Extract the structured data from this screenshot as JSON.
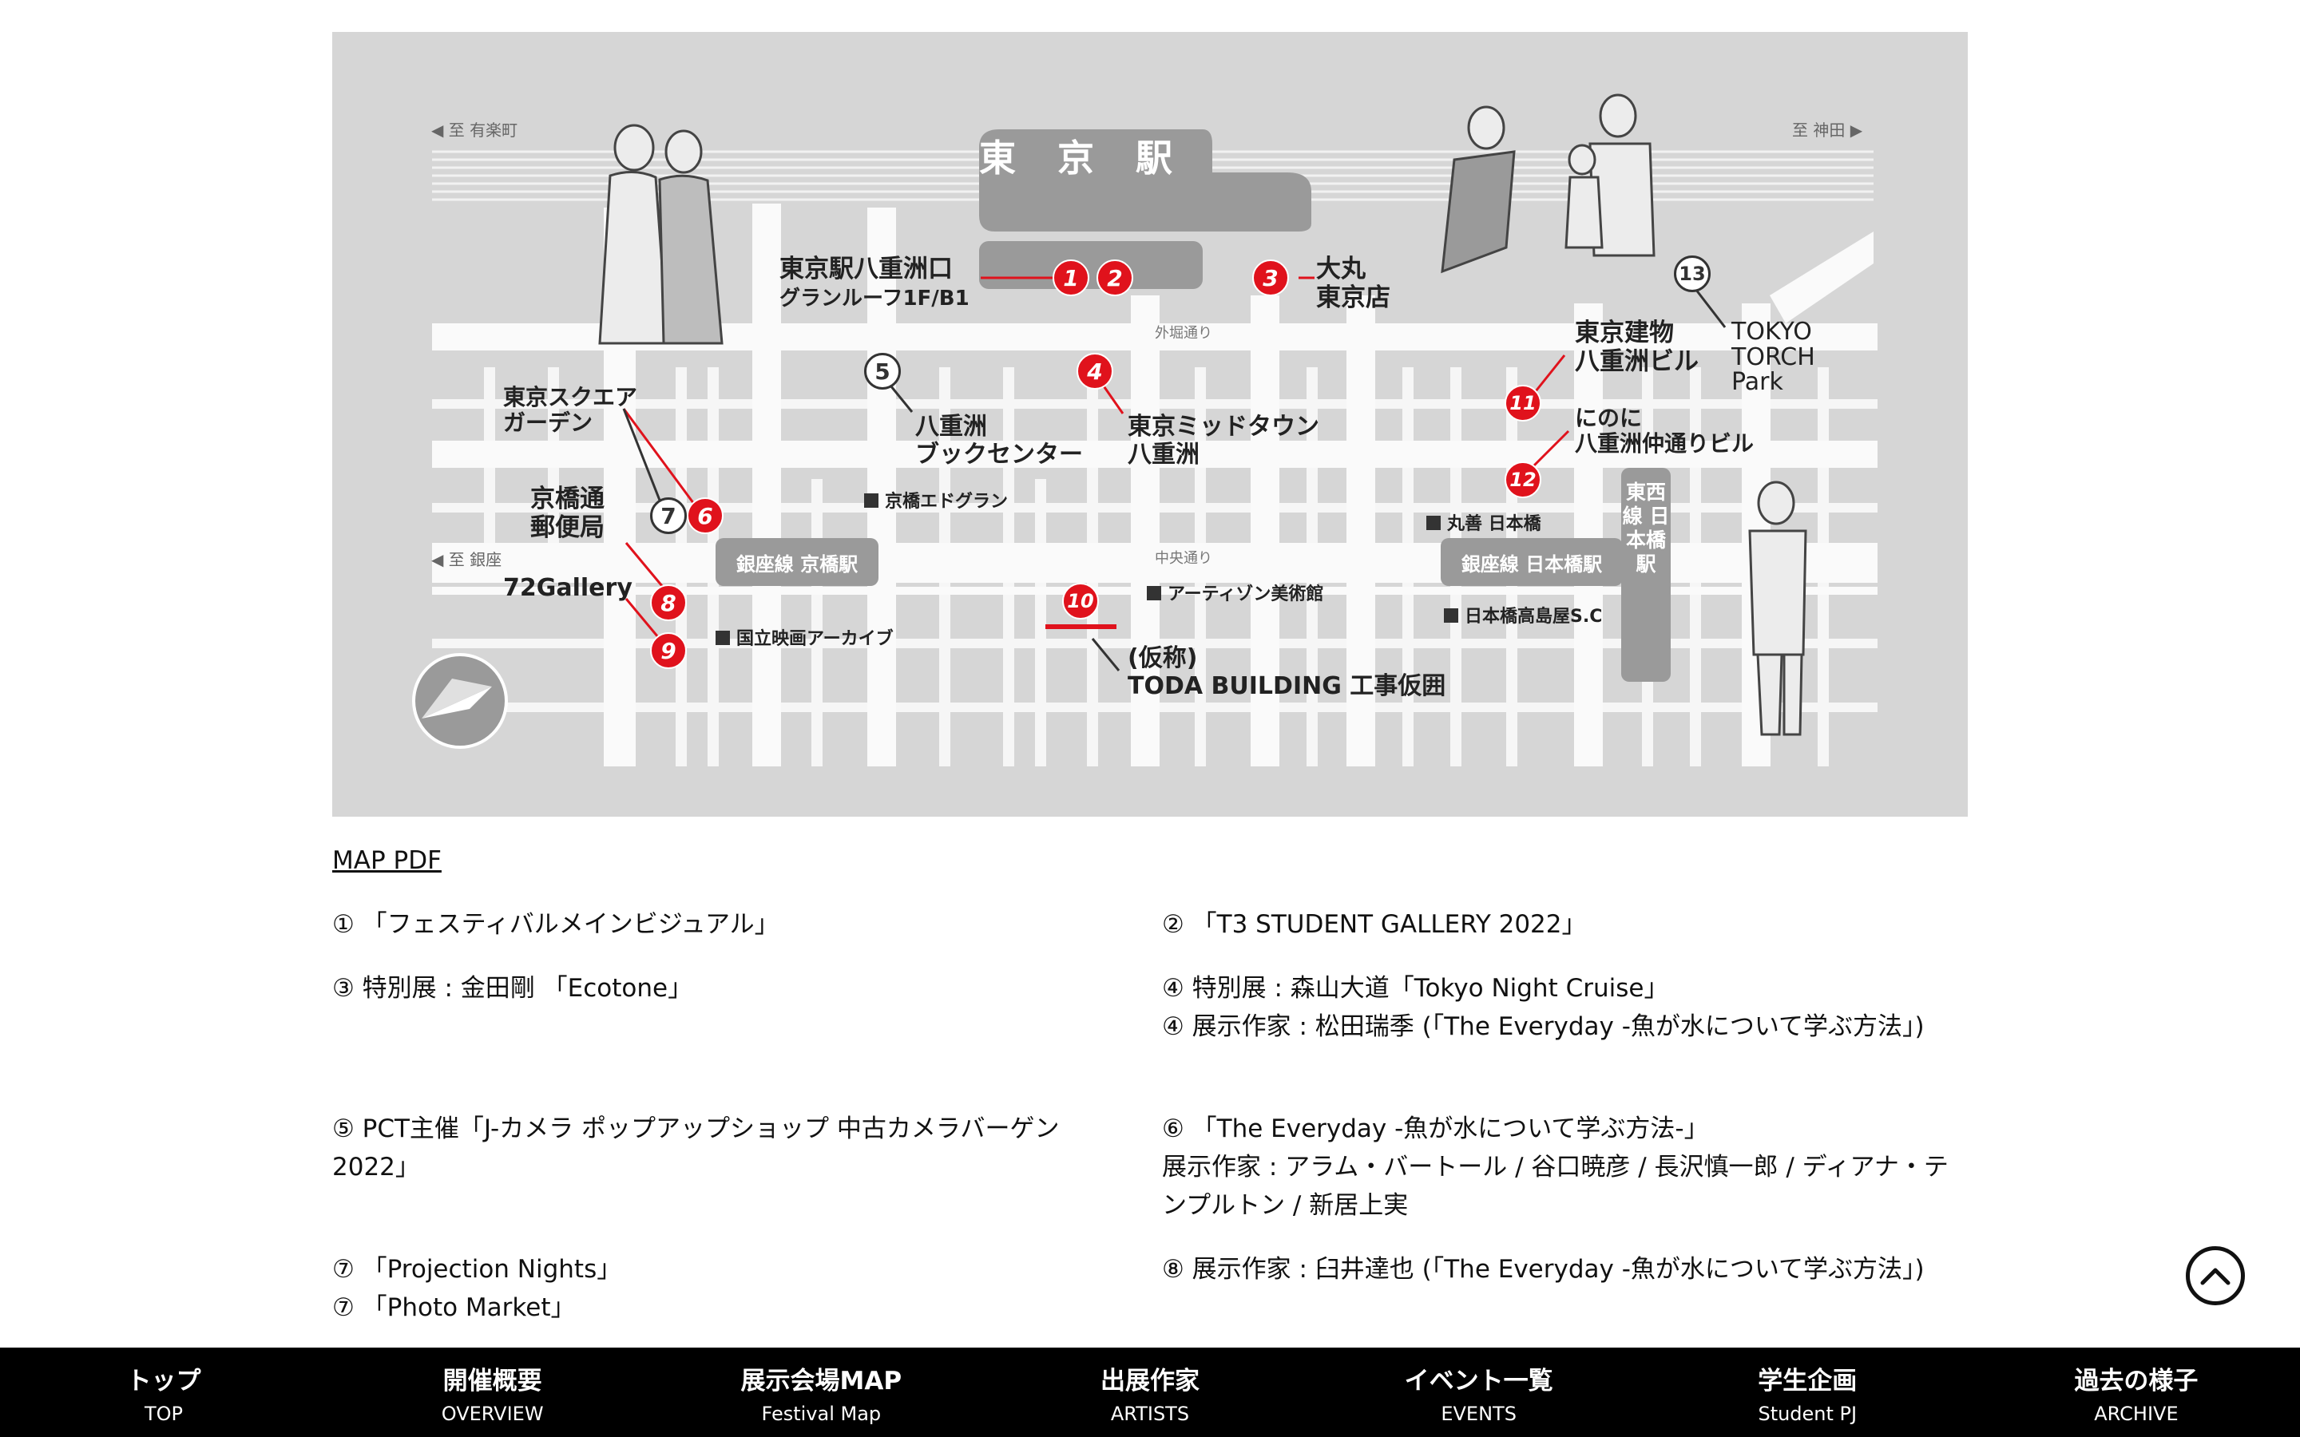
{
  "map": {
    "station": "東 京 駅",
    "direction_left_top": "◀ 至 有楽町",
    "direction_right_top": "至 神田 ▶",
    "direction_left_mid": "◀ 至 銀座",
    "street_outer": "外堀通り",
    "street_central": "中央通り",
    "labels": {
      "yaesu_gate": "東京駅八重洲口",
      "granroof": "グランルーフ1F/B1",
      "daimaru": "大丸\n東京店",
      "tokyo_tatemono": "東京建物\n八重洲ビル",
      "torch": "TOKYO\nTORCH\nPark",
      "nino": "にのに\n八重洲仲通りビル",
      "square_garden": "東京スクエア\nガーデン",
      "book_center": "八重洲\nブックセンター",
      "midtown": "東京ミッドタウン\n八重洲",
      "kyobashi_post": "京橋通\n郵便局",
      "gallery72": "72Gallery",
      "toda": "(仮称)\nTODA BUILDING 工事仮囲",
      "edogrand": "京橋エドグラン",
      "maruzen": "丸善 日本橋",
      "artizon": "アーティゾン美術館",
      "archive": "国立映画アーカイブ",
      "takashimaya": "日本橋高島屋S.C",
      "ginza_kyobashi": "銀座線 京橋駅",
      "ginza_nihonbashi": "銀座線 日本橋駅",
      "tozai": "東西線 日本橋駅"
    },
    "pins": [
      "1",
      "2",
      "3",
      "4",
      "5",
      "6",
      "7",
      "8",
      "9",
      "10",
      "11",
      "12",
      "13"
    ]
  },
  "map_pdf_link": "MAP PDF",
  "entries_left": [
    [
      "① 「フェスティバルメインビジュアル」"
    ],
    [
      "③ 特別展 : 金田剛 「Ecotone」"
    ],
    [
      "⑤ PCT主催「J-カメラ ポップアップショップ 中古カメラバーゲン 2022」"
    ],
    [
      "⑦ 「Projection Nights」",
      "⑦ 「Photo Market」"
    ]
  ],
  "entries_right": [
    [
      "② 「T3 STUDENT GALLERY 2022」"
    ],
    [
      "④ 特別展 : 森山大道「Tokyo Night Cruise」",
      "④ 展示作家 : 松田瑞季 (「The Everyday -魚が水について学ぶ方法」)"
    ],
    [
      "⑥ 「The Everyday -魚が水について学ぶ方法-」",
      "展示作家 : アラム・バートール / 谷口暁彦 / 長沢慎一郎 / ディアナ・テンプルトン / 新居上実"
    ],
    [
      "⑧ 展示作家 : 臼井達也 (「The Everyday -魚が水について学ぶ方法」)"
    ]
  ],
  "nav": [
    {
      "jp": "トップ",
      "en": "TOP"
    },
    {
      "jp": "開催概要",
      "en": "OVERVIEW"
    },
    {
      "jp": "展示会場MAP",
      "en": "Festival Map"
    },
    {
      "jp": "出展作家",
      "en": "ARTISTS"
    },
    {
      "jp": "イベント一覧",
      "en": "EVENTS"
    },
    {
      "jp": "学生企画",
      "en": "Student PJ"
    },
    {
      "jp": "過去の様子",
      "en": "ARCHIVE"
    }
  ],
  "colors": {
    "pin_red": "#e0121c",
    "map_bg": "#d6d6d6",
    "nav_bg": "#000000"
  },
  "icons": {
    "back_to_top": "chevron-up-circle-icon",
    "compass": "compass-icon"
  }
}
